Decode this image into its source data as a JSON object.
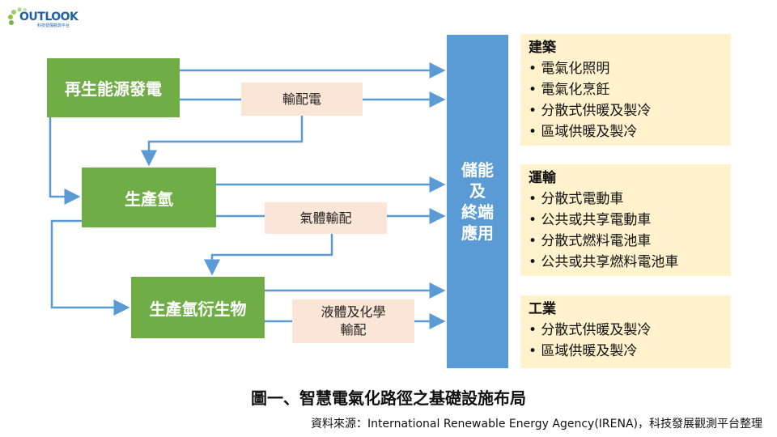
{
  "logo": {
    "text": "OUTLOOK",
    "subtext": "科技發展觀測平台"
  },
  "nodes": {
    "renewable": "再生能源發電",
    "power_grid": "輸配電",
    "hydrogen": "生產氫",
    "gas_distribution": "氣體輸配",
    "hydrogen_derivatives": "生產氫衍生物",
    "liquid_chem_line1": "液體及化學",
    "liquid_chem_line2": "輸配",
    "storage": [
      "儲能",
      "及",
      "終端",
      "應用"
    ]
  },
  "sectors": [
    {
      "title": "建築",
      "items": [
        "• 電氣化照明",
        "• 電氣化烹飪",
        "• 分散式供暖及製冷",
        "• 區域供暖及製冷"
      ]
    },
    {
      "title": "運輸",
      "items": [
        "• 分散式電動車",
        "• 公共或共享電動車",
        "• 分散式燃料電池車",
        "• 公共或共享燃料電池車"
      ]
    },
    {
      "title": "工業",
      "items": [
        "• 分散式供暖及製冷",
        "• 區域供暖及製冷"
      ]
    }
  ],
  "caption": "圖一、智慧電氣化路徑之基礎設施布局",
  "source": "資料來源：International Renewable Energy Agency(IRENA)，科技發展觀測平台整理",
  "colors": {
    "green": "#70AD47",
    "peach": "#FBE5D6",
    "blue": "#5B9BD5",
    "yellow": "#FFF2CC"
  }
}
